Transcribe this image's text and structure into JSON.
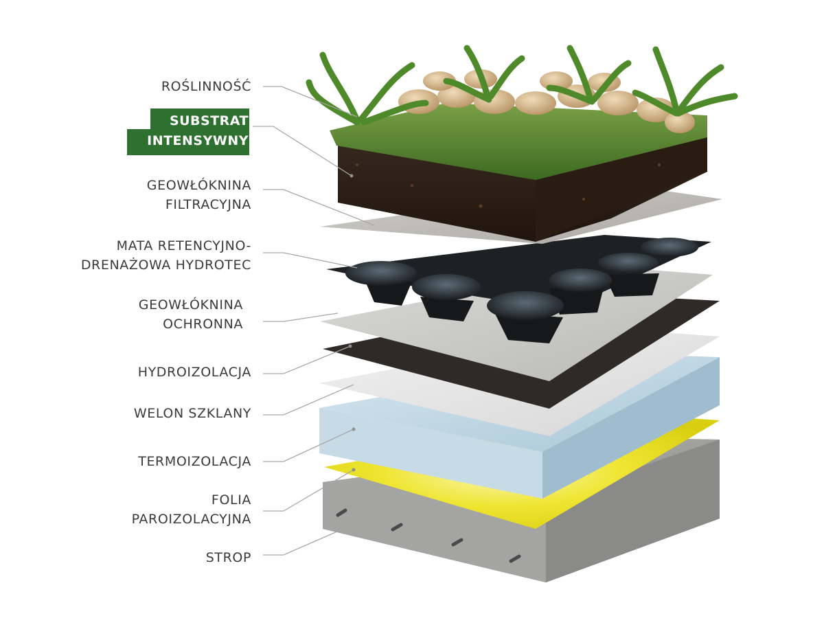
{
  "colors": {
    "badge_green": "#2e7030",
    "label_text": "#3a3a3a",
    "leader_line": "#a6a6a6",
    "vapor_foil": "#e8e01a",
    "membrane": "#2f2a28",
    "insulation": "#b9d3e1",
    "concrete": "#9a9a9a"
  },
  "layers": {
    "vegetation": {
      "label": "ROŚLINNOŚĆ"
    },
    "substrate": {
      "line1": "SUBSTRAT",
      "line2": "INTENSYWNY"
    },
    "filter_geotextile": {
      "line1": "GEOWŁÓKNINA",
      "line2": "FILTRACYJNA"
    },
    "drainage_mat": {
      "line1": "MATA RETENCYJNO-",
      "line2": "DRENAŻOWA HYDROTEC"
    },
    "protective_geotextile": {
      "line1": "GEOWŁÓKNINA",
      "line2": "OCHRONNA"
    },
    "waterproofing": {
      "label": "HYDROIZOLACJA"
    },
    "glass_veil": {
      "label": "WELON SZKLANY"
    },
    "thermal_insulation": {
      "label": "TERMOIZOLACJA"
    },
    "vapor_barrier": {
      "line1": "FOLIA",
      "line2": "PAROIZOLACYJNA"
    },
    "slab": {
      "label": "STROP"
    }
  }
}
